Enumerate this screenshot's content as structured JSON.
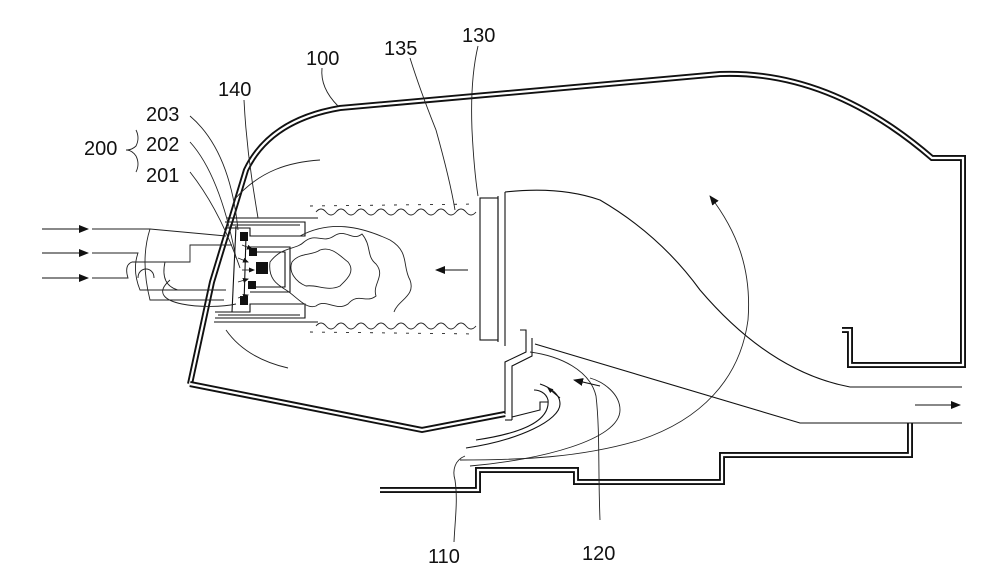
{
  "labels": {
    "l100": "100",
    "l110": "110",
    "l120": "120",
    "l130": "130",
    "l135": "135",
    "l140": "140",
    "l200": "200",
    "l201": "201",
    "l202": "202",
    "l203": "203"
  },
  "colors": {
    "ink": "#111111",
    "background": "#ffffff"
  }
}
